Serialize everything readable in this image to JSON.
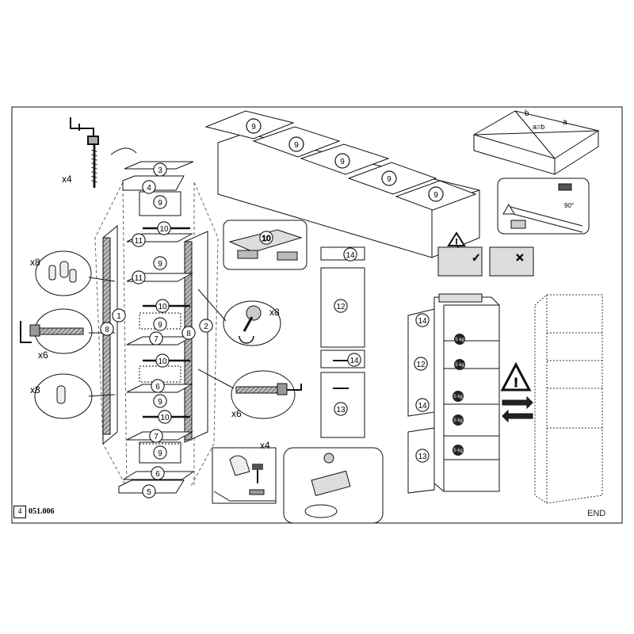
{
  "page": {
    "number": "4",
    "code": "051.006",
    "end_label": "END"
  },
  "parts": {
    "p1": "1",
    "p2": "2",
    "p3": "3",
    "p4": "4",
    "p5": "5",
    "p6": "6",
    "p7": "7",
    "p8": "8",
    "p9": "9",
    "p10": "10",
    "p11": "11",
    "p12": "12",
    "p13": "13",
    "p14": "14"
  },
  "quantities": {
    "screw_crank": "x4",
    "dowel_top": "x8",
    "bolt_left": "x6",
    "dowel_bottom": "x8",
    "cam_lock": "x8",
    "bolt_right": "x6",
    "hammer_nails": "x4"
  },
  "diagonal": {
    "a": "a",
    "b": "b",
    "eq": "a=b",
    "angle": "90°"
  },
  "weights": {
    "w1": "5 kg",
    "w2": "5 kg",
    "w3": "5 kg",
    "w4": "5 kg",
    "w5": "5 kg"
  },
  "colors": {
    "line": "#1a1a1a",
    "shade": "#d9d9d9",
    "hatch": "#555555"
  }
}
